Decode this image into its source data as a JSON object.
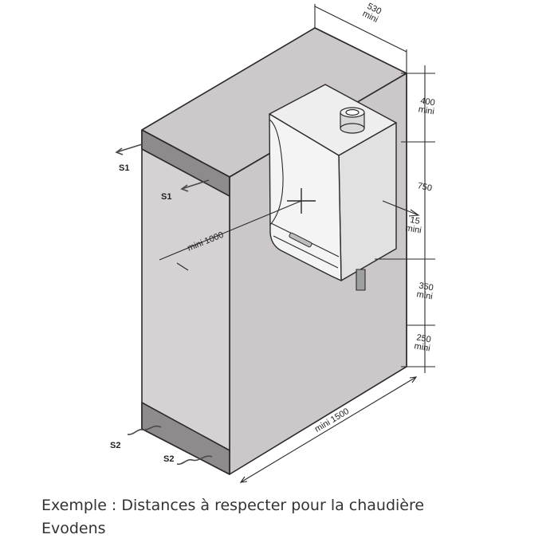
{
  "diagram": {
    "dimensions": {
      "width_top": {
        "value": "530",
        "note": "mini"
      },
      "above_boiler": {
        "value": "400",
        "note": "mini"
      },
      "boiler_height": {
        "value": "750"
      },
      "side_gap": {
        "value": "15",
        "note": "mini"
      },
      "below_boiler": {
        "value": "350",
        "note": "mini"
      },
      "bottom_gap": {
        "value": "250",
        "note": "mini"
      },
      "front_depth": "mini 1000",
      "base_length": "mini 1500"
    },
    "labels": {
      "s1_left": "S1",
      "s1_inner": "S1",
      "s2_left": "S2",
      "s2_inner": "S2"
    }
  },
  "caption": {
    "line1": "Exemple : Distances à respecter pour la chaudière",
    "line2": "Evodens"
  }
}
